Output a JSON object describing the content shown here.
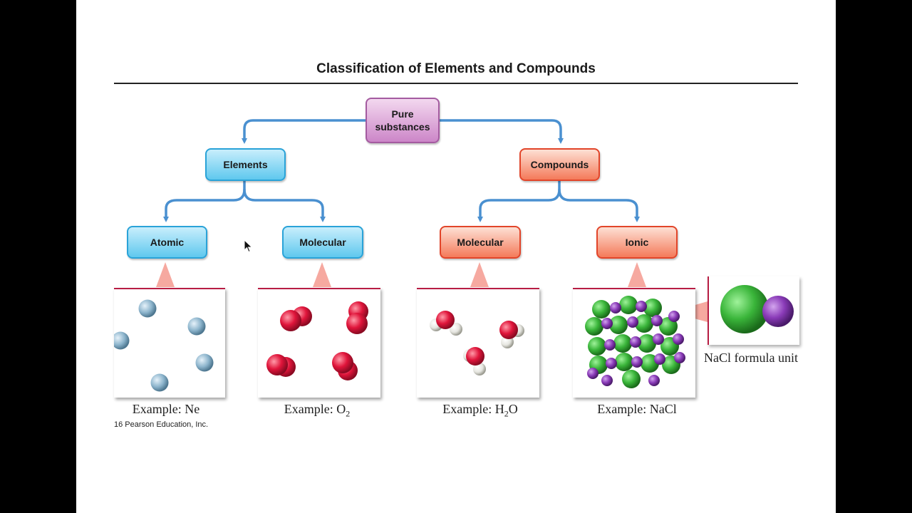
{
  "diagram": {
    "title": "Classification of Elements and Compounds",
    "root": "Pure substances",
    "elements": "Elements",
    "compounds": "Compounds",
    "leaves": {
      "atomic": "Atomic",
      "molecular_element": "Molecular",
      "molecular_compound": "Molecular",
      "ionic": "Ionic"
    },
    "examples": {
      "ne_prefix": "Example: Ne",
      "o2_prefix": "Example: O",
      "o2_sub": "2",
      "h2o_prefix": "Example: H",
      "h2o_sub": "2",
      "h2o_suffix": "O",
      "nacl": "Example: NaCl"
    },
    "inset_caption": "NaCl formula unit",
    "credit": "16 Pearson Education, Inc."
  },
  "colors": {
    "elements_blue": "#5fc8ee",
    "compounds_red": "#f47a5a",
    "root_purple": "#cc86c8",
    "connector_blue": "#4a90d0",
    "panel_border": "#b81d43"
  }
}
